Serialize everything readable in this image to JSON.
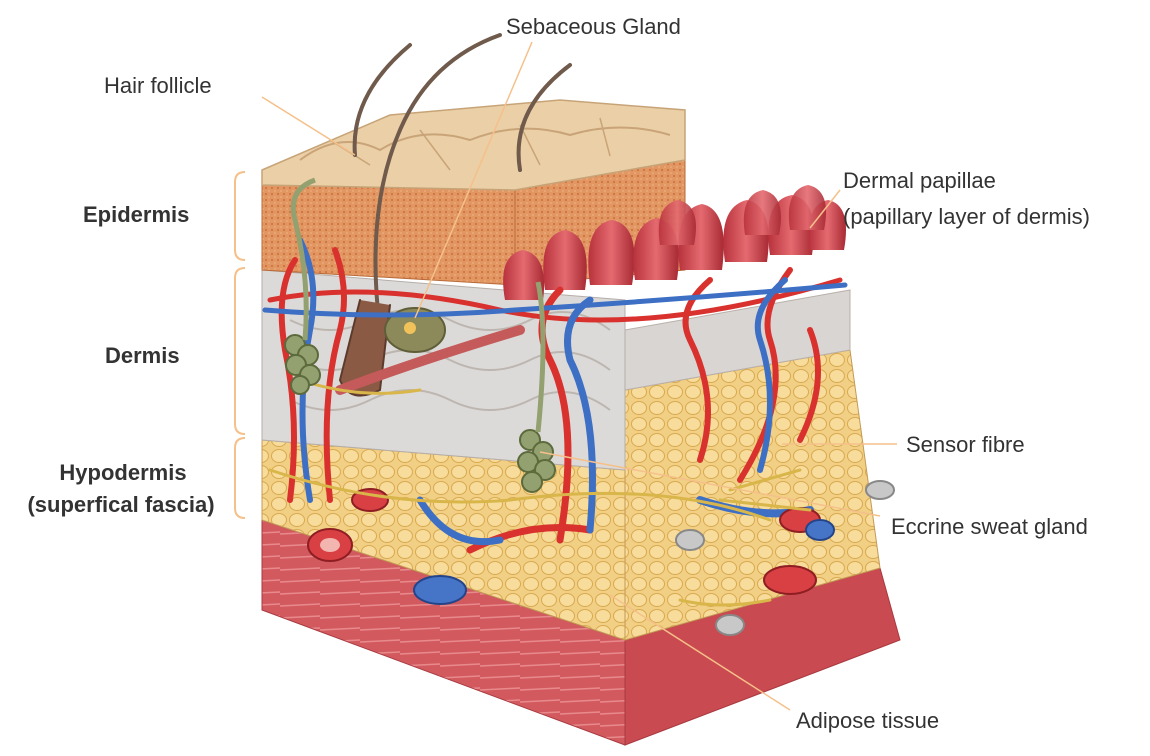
{
  "labels": {
    "sebaceous_gland": "Sebaceous Gland",
    "hair_follicle": "Hair follicle",
    "dermal_papillae_line1": "Dermal papillae",
    "dermal_papillae_line2": "(papillary layer of dermis)",
    "sensor_fibre": "Sensor fibre",
    "eccrine_sweat_gland": "Eccrine sweat gland",
    "adipose_tissue": "Adipose tissue"
  },
  "layers": {
    "epidermis": "Epidermis",
    "dermis": "Dermis",
    "hypodermis_line1": "Hypodermis",
    "hypodermis_line2": "(superfical fascia)"
  },
  "colors": {
    "leader_line": "#f5c08a",
    "bracket": "#f5c08a",
    "skin_surface": "#e9c9a0",
    "epidermis": "#d98c55",
    "dermis": "#d8d8d8",
    "papillae": "#d9545d",
    "fat": "#efc66e",
    "muscle": "#c9424a",
    "artery": "#d8312e",
    "vein": "#3d6fc4",
    "nerve": "#d9b64a",
    "gland": "#8c9a6a"
  }
}
